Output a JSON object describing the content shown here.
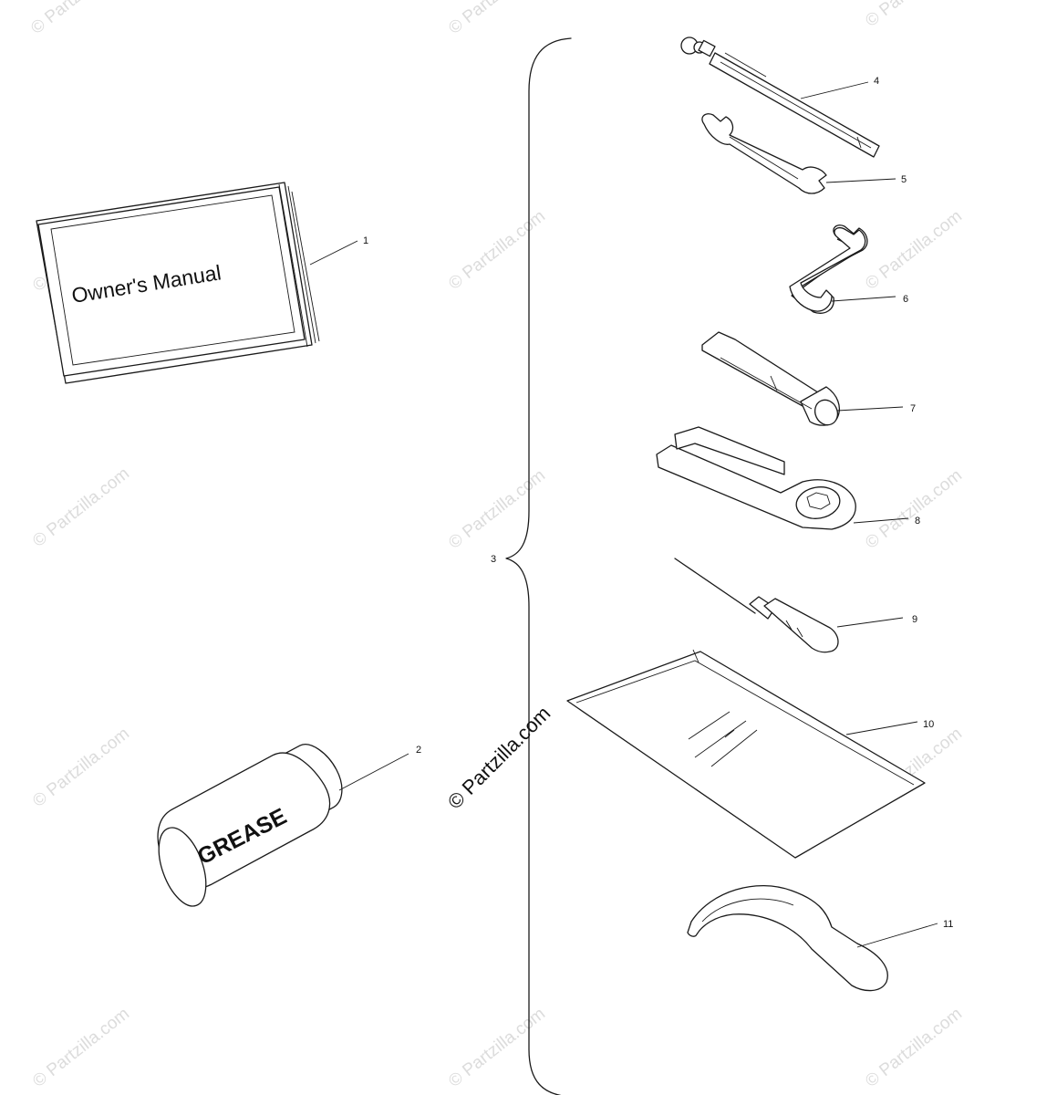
{
  "watermark": {
    "text": "© Partzilla.com",
    "color": "#dcdcdc"
  },
  "center_watermark": {
    "text": "© Partzilla.com",
    "color": "#111111"
  },
  "parts": {
    "owners_manual": {
      "label": "Owner's Manual",
      "callout": "1"
    },
    "grease": {
      "label": "GREASE",
      "callout": "2"
    },
    "tool_kit": {
      "callout": "3"
    },
    "tire_gauge": {
      "callout": "4"
    },
    "wrench_small": {
      "callout": "5"
    },
    "wrench_large": {
      "callout": "6"
    },
    "spark_plug_socket": {
      "callout": "7"
    },
    "spanner_tool": {
      "callout": "8"
    },
    "screwdriver": {
      "callout": "9"
    },
    "pouch": {
      "callout": "10"
    },
    "hook_spanner": {
      "callout": "11"
    }
  }
}
